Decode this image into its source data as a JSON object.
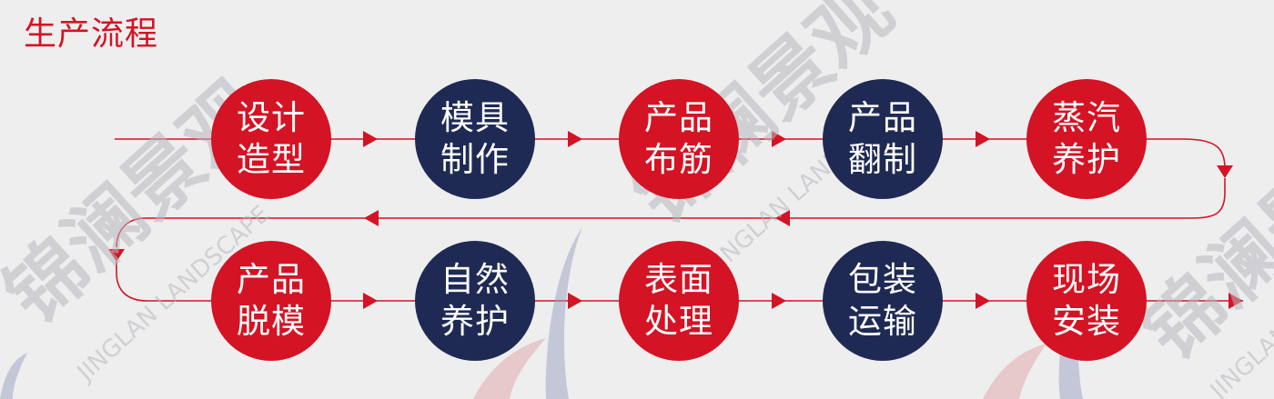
{
  "title": "生产流程",
  "colors": {
    "background": "#eeeeee",
    "accent_red": "#d41324",
    "navy": "#1f2a54",
    "line": "#d41324",
    "watermark": "#b9b9bf"
  },
  "steps": [
    {
      "line1": "设计",
      "line2": "造型",
      "color": "red"
    },
    {
      "line1": "模具",
      "line2": "制作",
      "color": "navy"
    },
    {
      "line1": "产品",
      "line2": "布筋",
      "color": "red"
    },
    {
      "line1": "产品",
      "line2": "翻制",
      "color": "navy"
    },
    {
      "line1": "蒸汽",
      "line2": "养护",
      "color": "red"
    },
    {
      "line1": "产品",
      "line2": "脱模",
      "color": "red"
    },
    {
      "line1": "自然",
      "line2": "养护",
      "color": "navy"
    },
    {
      "line1": "表面",
      "line2": "处理",
      "color": "red"
    },
    {
      "line1": "包装",
      "line2": "运输",
      "color": "navy"
    },
    {
      "line1": "现场",
      "line2": "安装",
      "color": "red"
    }
  ],
  "watermark": {
    "brand_cn": "锦澜景观",
    "brand_en": "JINGLAN LANDSCAPE"
  }
}
